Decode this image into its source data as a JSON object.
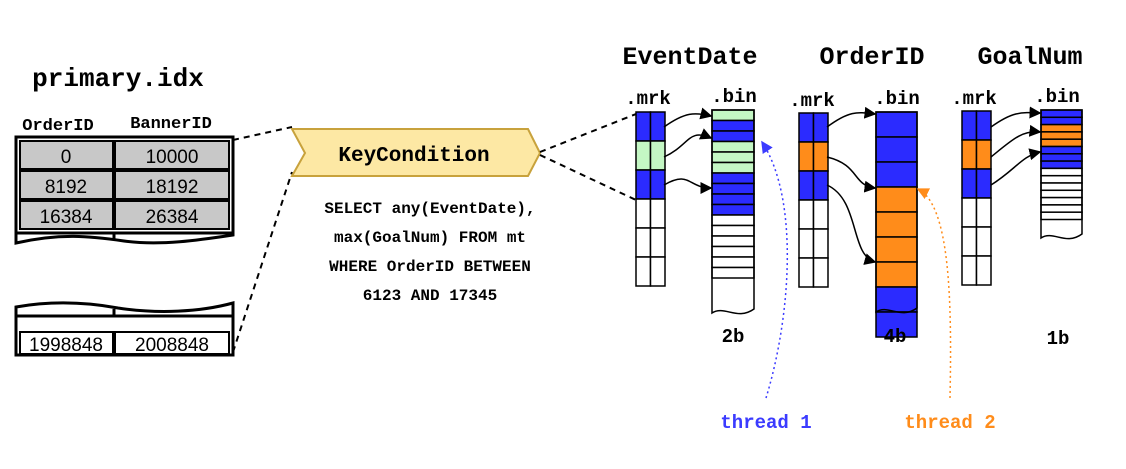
{
  "primary_index": {
    "title": "primary.idx",
    "headers": [
      "OrderID",
      "BannerID"
    ],
    "top_rows": [
      [
        "0",
        "10000"
      ],
      [
        "8192",
        "18192"
      ],
      [
        "16384",
        "26384"
      ]
    ],
    "bottom_row": [
      "1998848",
      "2008848"
    ]
  },
  "key_condition": {
    "label": "KeyCondition",
    "query_lines": [
      "SELECT any(EventDate),",
      "max(GoalNum) FROM mt",
      "WHERE OrderID BETWEEN",
      "6123 AND 17345"
    ]
  },
  "columns": [
    {
      "name": "EventDate",
      "mrk_label": ".mrk",
      "bin_label": ".bin",
      "size_label": "2b",
      "mrk_colors": [
        "blue",
        "green",
        "blue",
        "white",
        "white",
        "white"
      ],
      "bin_colors": [
        "green",
        "blue",
        "blue",
        "green",
        "green",
        "green",
        "blue",
        "blue",
        "blue",
        "blue",
        "white",
        "white",
        "white",
        "white",
        "white",
        "white"
      ]
    },
    {
      "name": "OrderID",
      "mrk_label": ".mrk",
      "bin_label": ".bin",
      "size_label": "4b",
      "mrk_colors": [
        "blue",
        "orange",
        "blue",
        "white",
        "white",
        "white"
      ],
      "bin_colors": [
        "blue",
        "blue",
        "blue",
        "orange",
        "orange",
        "orange",
        "orange",
        "blue",
        "blue"
      ]
    },
    {
      "name": "GoalNum",
      "mrk_label": ".mrk",
      "bin_label": ".bin",
      "size_label": "1b",
      "mrk_colors": [
        "blue",
        "orange",
        "blue",
        "white",
        "white",
        "white"
      ],
      "bin_colors": [
        "blue",
        "blue",
        "orange",
        "orange",
        "orange",
        "blue",
        "blue",
        "blue",
        "white",
        "white",
        "white",
        "white",
        "white",
        "white",
        "white"
      ]
    }
  ],
  "threads": [
    {
      "label": "thread 1",
      "color": "#3b3bff"
    },
    {
      "label": "thread 2",
      "color": "#ff8c1a"
    }
  ],
  "colors": {
    "blue": "#2b2bff",
    "green": "#c4f7c4",
    "orange": "#ff8c1a",
    "white": "#ffffff",
    "gray": "#c8c8c8",
    "key_fill": "#fde8a4"
  }
}
